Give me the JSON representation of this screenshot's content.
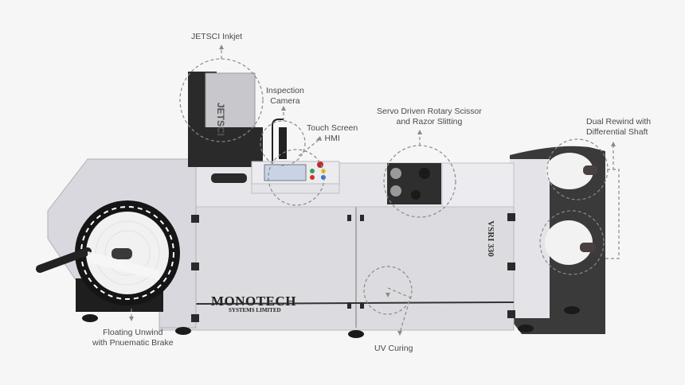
{
  "image": {
    "subject": "Label finishing / inspection machine product diagram",
    "background": "#f6f6f6"
  },
  "machine": {
    "brand_name": "MONOTECH",
    "brand_sub": "SYSTEMS LIMITED",
    "model": "VSRI 330",
    "inkjet_head_text": "JETSCI"
  },
  "callouts": [
    {
      "id": "jetsci",
      "label": "JETSCI Inkjet"
    },
    {
      "id": "camera",
      "label_line1": "Inspection",
      "label_line2": "Camera"
    },
    {
      "id": "hmi",
      "label_line1": "Touch Screen",
      "label_line2": "HMI"
    },
    {
      "id": "scissor",
      "label_line1": "Servo Driven Rotary Scissor",
      "label_line2": "and Razor Slitting"
    },
    {
      "id": "rewind",
      "label_line1": "Dual Rewind with",
      "label_line2": "Differential Shaft"
    },
    {
      "id": "unwind",
      "label_line1": "Floating Unwind",
      "label_line2": "with Pnuematic Brake"
    },
    {
      "id": "uv",
      "label": "UV Curing"
    }
  ],
  "colors": {
    "body": "#dedee2",
    "frame_dark": "#2a2a2a",
    "roll": "#f2f2f2",
    "callout_line": "#8a8a8a",
    "text": "#4a4a4a"
  }
}
